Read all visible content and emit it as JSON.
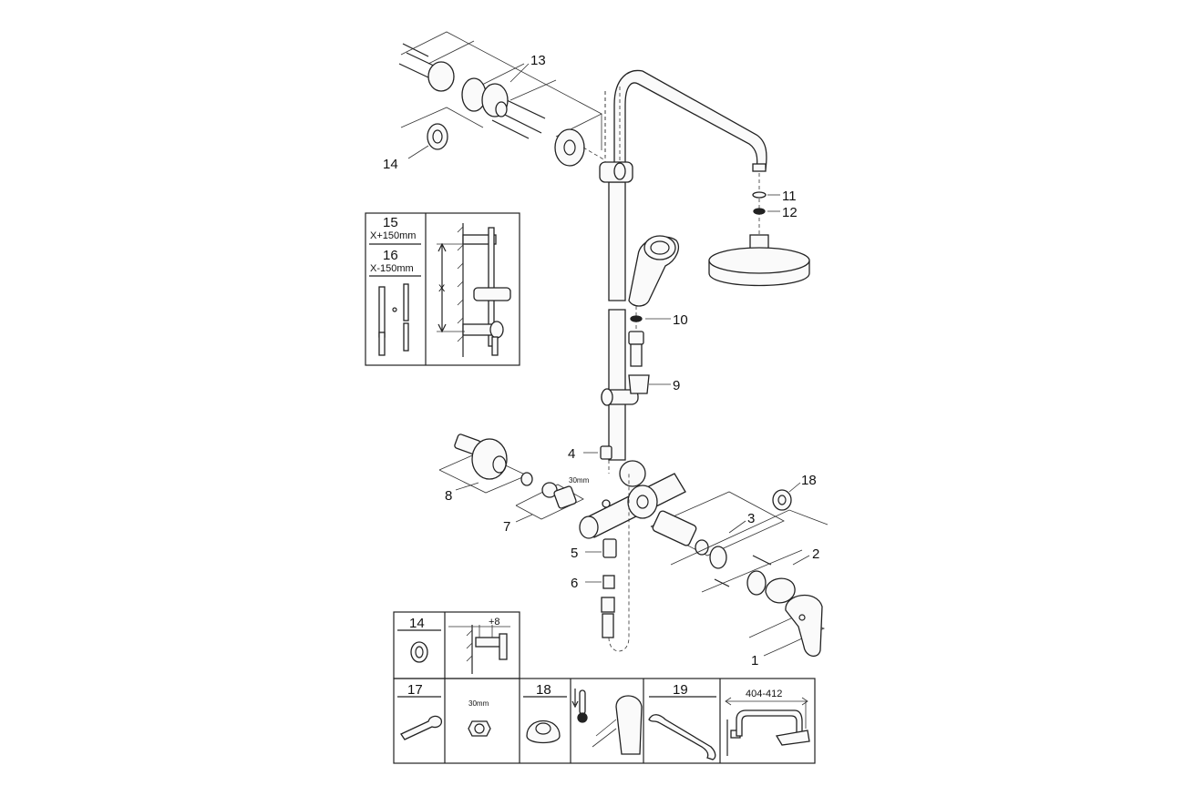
{
  "callouts": {
    "c1": "1",
    "c2": "2",
    "c3": "3",
    "c4": "4",
    "c5": "5",
    "c6": "6",
    "c7": "7",
    "c8": "8",
    "c9": "9",
    "c10": "10",
    "c11": "11",
    "c12": "12",
    "c13": "13",
    "c14": "14",
    "c18": "18"
  },
  "note_30mm": "30mm",
  "inset_top": {
    "n15": "15",
    "l15": "X+150mm",
    "n16": "16",
    "l16": "X-150mm",
    "x_label": "X"
  },
  "inset_bottom": {
    "n14": "14",
    "plus8": "+8",
    "n17": "17",
    "mm30": "30mm",
    "n18": "18",
    "n19": "19",
    "dim": "404-412"
  }
}
